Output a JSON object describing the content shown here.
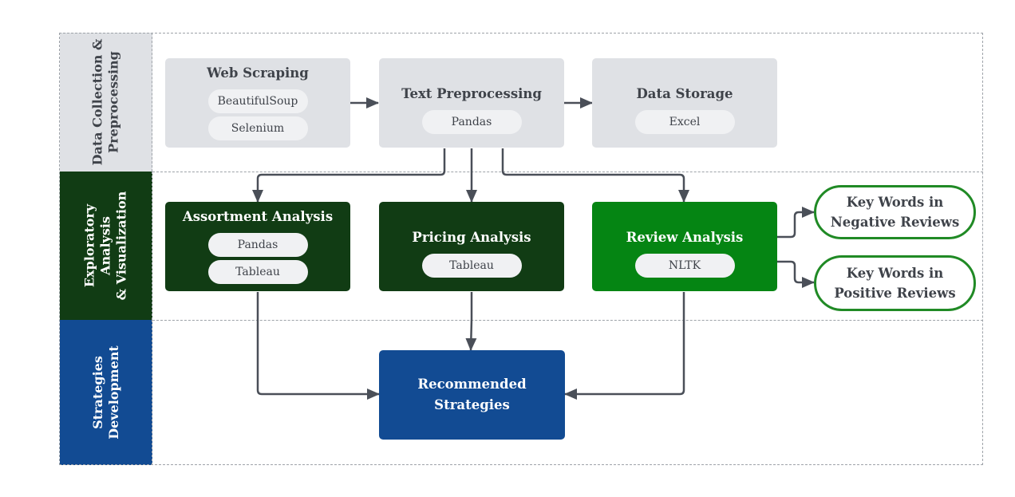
{
  "lanes": [
    {
      "id": "data-collection",
      "label": "Data Collection &\nPreprocessing",
      "color": "#dfe1e5"
    },
    {
      "id": "exploratory",
      "label": "Exploratory\nAnalysis\n& Visualization",
      "color": "#113c14"
    },
    {
      "id": "strategies",
      "label": "Strategies\nDevelopment",
      "color": "#124b93"
    }
  ],
  "nodes": {
    "web_scraping": {
      "title": "Web Scraping",
      "tools": [
        "BeautifulSoup",
        "Selenium"
      ]
    },
    "text_preprocessing": {
      "title": "Text Preprocessing",
      "tools": [
        "Pandas"
      ]
    },
    "data_storage": {
      "title": "Data Storage",
      "tools": [
        "Excel"
      ]
    },
    "assortment_analysis": {
      "title": "Assortment Analysis",
      "tools": [
        "Pandas",
        "Tableau"
      ]
    },
    "pricing_analysis": {
      "title": "Pricing Analysis",
      "tools": [
        "Tableau"
      ]
    },
    "review_analysis": {
      "title": "Review Analysis",
      "tools": [
        "NLTK"
      ]
    },
    "negative_keywords": {
      "title": "Key Words in\nNegative Reviews"
    },
    "positive_keywords": {
      "title": "Key Words in\nPositive Reviews"
    },
    "recommended_strategies": {
      "title": "Recommended\nStrategies"
    }
  },
  "edges": [
    {
      "from": "web_scraping",
      "to": "text_preprocessing"
    },
    {
      "from": "text_preprocessing",
      "to": "data_storage"
    },
    {
      "from": "text_preprocessing",
      "to": "assortment_analysis"
    },
    {
      "from": "text_preprocessing",
      "to": "pricing_analysis"
    },
    {
      "from": "text_preprocessing",
      "to": "review_analysis"
    },
    {
      "from": "review_analysis",
      "to": "negative_keywords"
    },
    {
      "from": "review_analysis",
      "to": "positive_keywords"
    },
    {
      "from": "assortment_analysis",
      "to": "recommended_strategies"
    },
    {
      "from": "pricing_analysis",
      "to": "recommended_strategies"
    },
    {
      "from": "review_analysis",
      "to": "recommended_strategies"
    }
  ],
  "colors": {
    "gray_node": "#dfe1e5",
    "dark_green_node": "#113c14",
    "green_node": "#058513",
    "blue_node": "#124b93",
    "pill_border": "#208a25",
    "connector": "#4a4f58",
    "text_dark": "#3f434a"
  }
}
